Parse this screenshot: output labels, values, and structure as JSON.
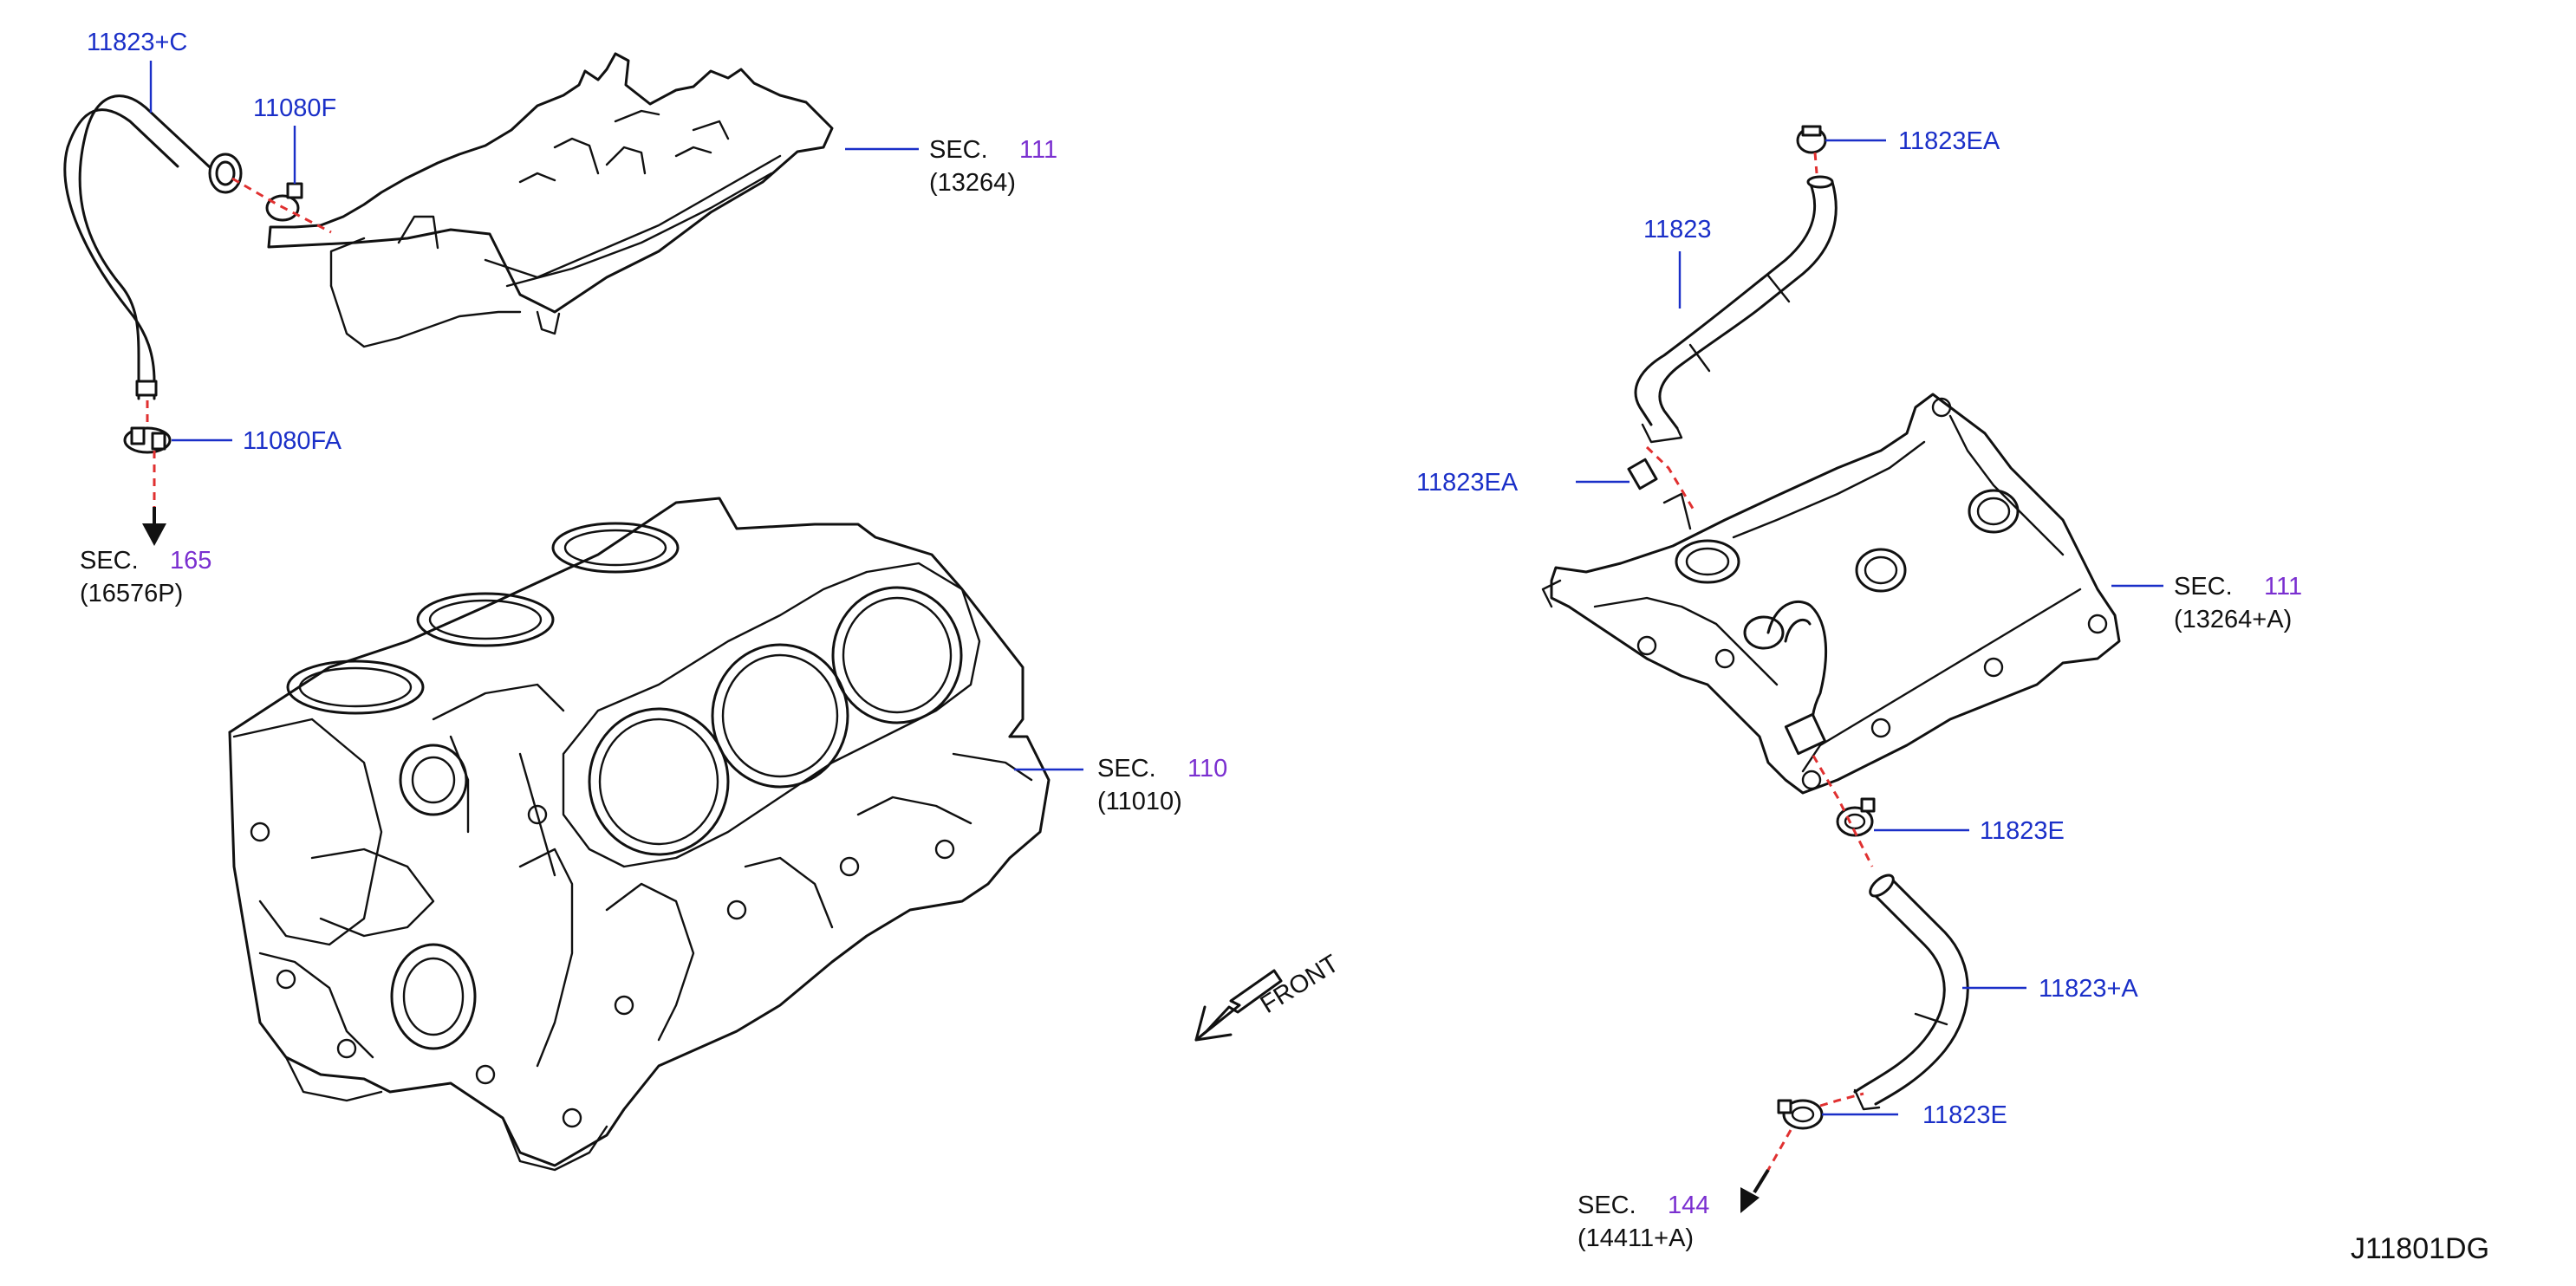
{
  "labels": {
    "hose_top_left": "11823+C",
    "clamp_top_left": "11080F",
    "clamp_lower_left": "11080FA",
    "sec_165_prefix": "SEC.",
    "sec_165_num": "165",
    "sec_165_ref": "(16576P)",
    "sec_111_left_prefix": "SEC.",
    "sec_111_left_num": "111",
    "sec_111_left_ref": "(13264)",
    "sec_110_prefix": "SEC.",
    "sec_110_num": "110",
    "sec_110_ref": "(11010)",
    "front": "FRONT",
    "clamp_top_right": "11823EA",
    "hose_top_right": "11823",
    "clamp_mid_right": "11823EA",
    "sec_111_right_prefix": "SEC.",
    "sec_111_right_num": "111",
    "sec_111_right_ref": "(13264+A)",
    "clamp_e_upper": "11823E",
    "hose_lower_right": "11823+A",
    "clamp_e_lower": "11823E",
    "sec_144_prefix": "SEC.",
    "sec_144_num": "144",
    "sec_144_ref": "(14411+A)",
    "diagram_code": "J11801DG"
  },
  "colors": {
    "part_label": "#1a2fc8",
    "section_number": "#7a2fd0",
    "connector_dash": "#e03030",
    "line_art": "#111111"
  }
}
